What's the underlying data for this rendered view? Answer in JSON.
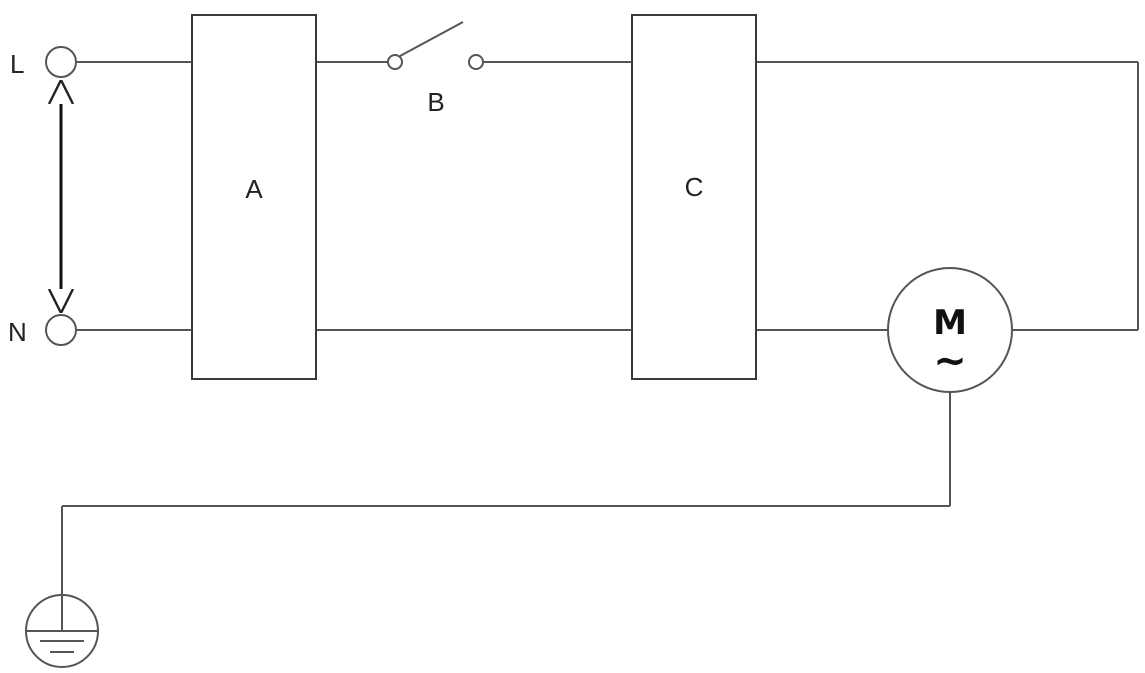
{
  "diagram": {
    "terminals": {
      "line": "L",
      "neutral": "N"
    },
    "blocks": {
      "a": "A",
      "c": "C"
    },
    "switch": {
      "label": "B"
    },
    "motor": {
      "symbol": "M",
      "ac_symbol": "~"
    }
  }
}
